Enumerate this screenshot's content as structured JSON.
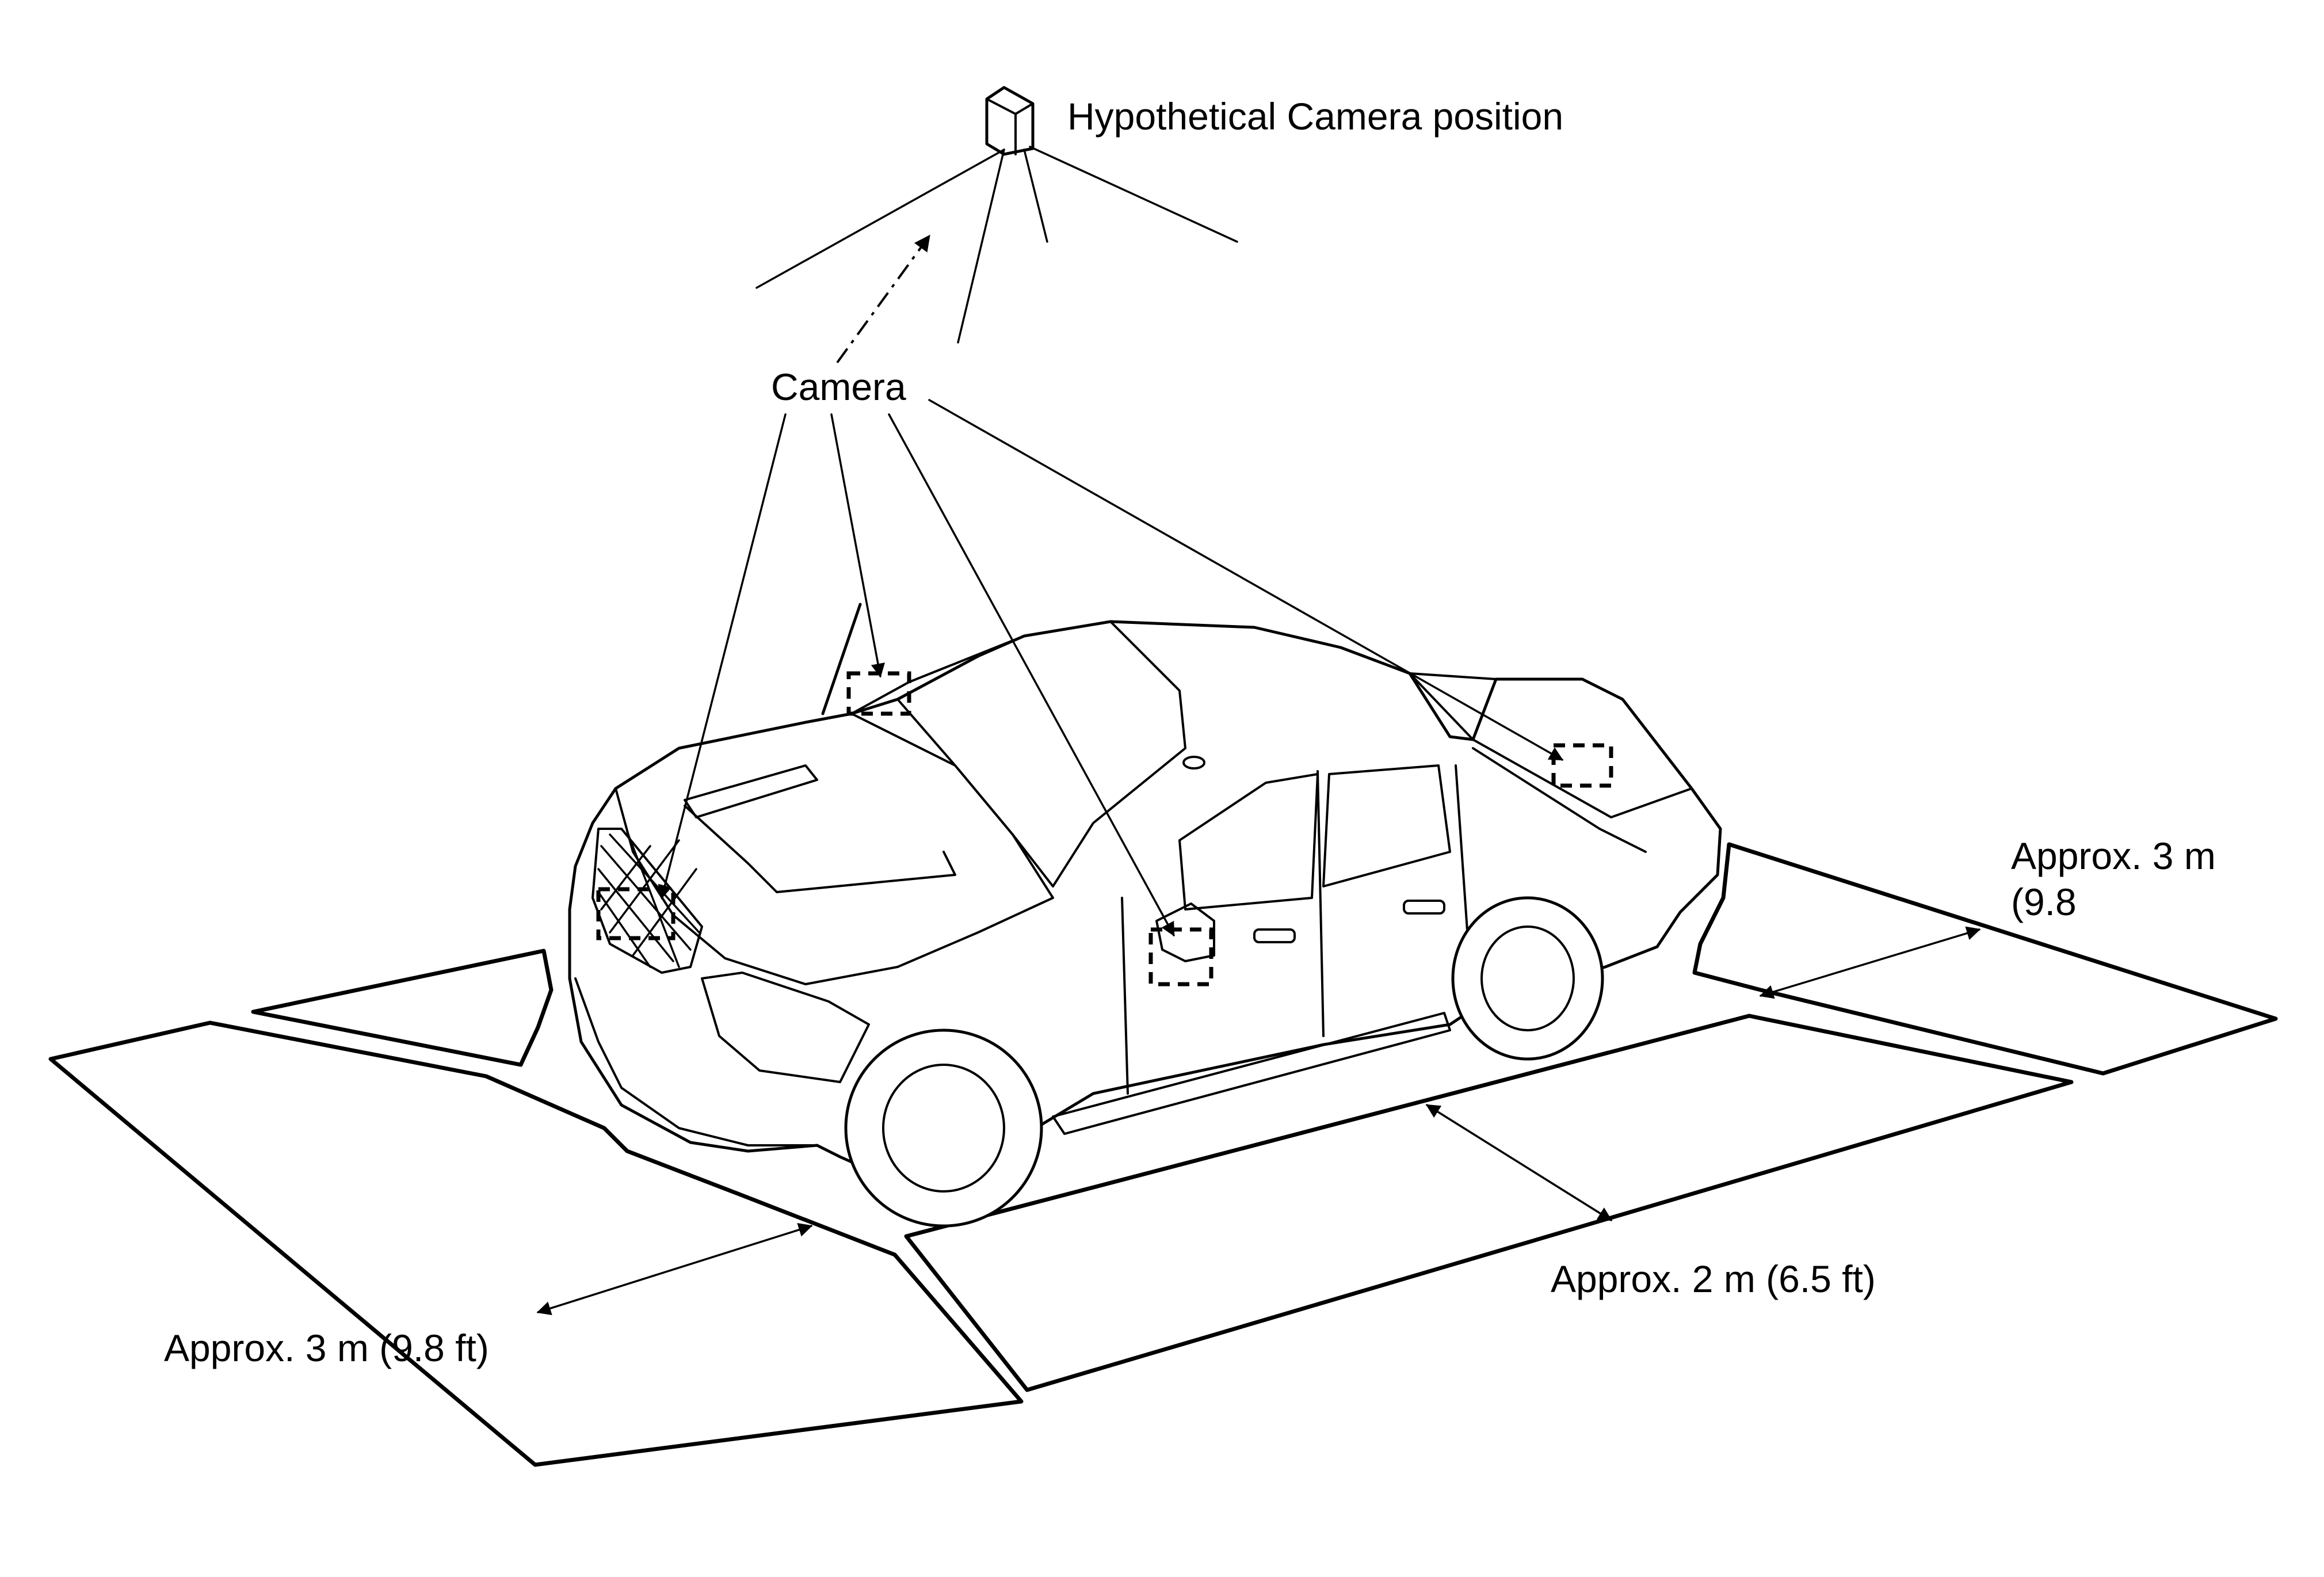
{
  "labels": {
    "hypothetical_camera": "Hypothetical Camera position",
    "camera": "Camera",
    "left_front_distance": "Approx. 3 m (9.8 ft)",
    "side_distance": "Approx. 2 m (6.5 ft)",
    "rear_distance_line1": "Approx. 3 m",
    "rear_distance_line2": "(9.8"
  }
}
